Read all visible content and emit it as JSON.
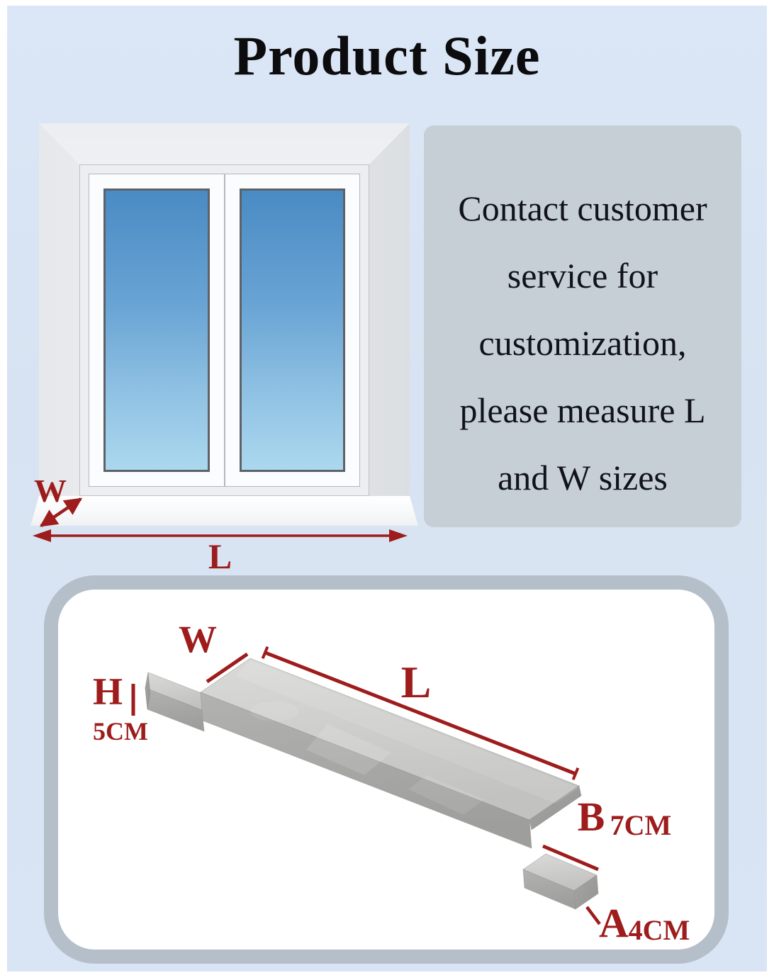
{
  "page": {
    "title": "Product Size",
    "background_color": "#d9e4f3",
    "accent_red": "#9e1c1c"
  },
  "window_diagram": {
    "width_label": "W",
    "length_label": "L"
  },
  "info_box": {
    "background_color": "#c7cfd6",
    "lines": [
      "Contact customer",
      "service for",
      "customization,",
      "please measure L",
      "and W sizes"
    ]
  },
  "sill_diagram": {
    "width_label": "W",
    "length_label": "L",
    "height_label": "H",
    "height_value": "5CM",
    "depth_label": "B",
    "depth_value": "7CM",
    "edge_label": "A",
    "edge_value": "4CM"
  }
}
